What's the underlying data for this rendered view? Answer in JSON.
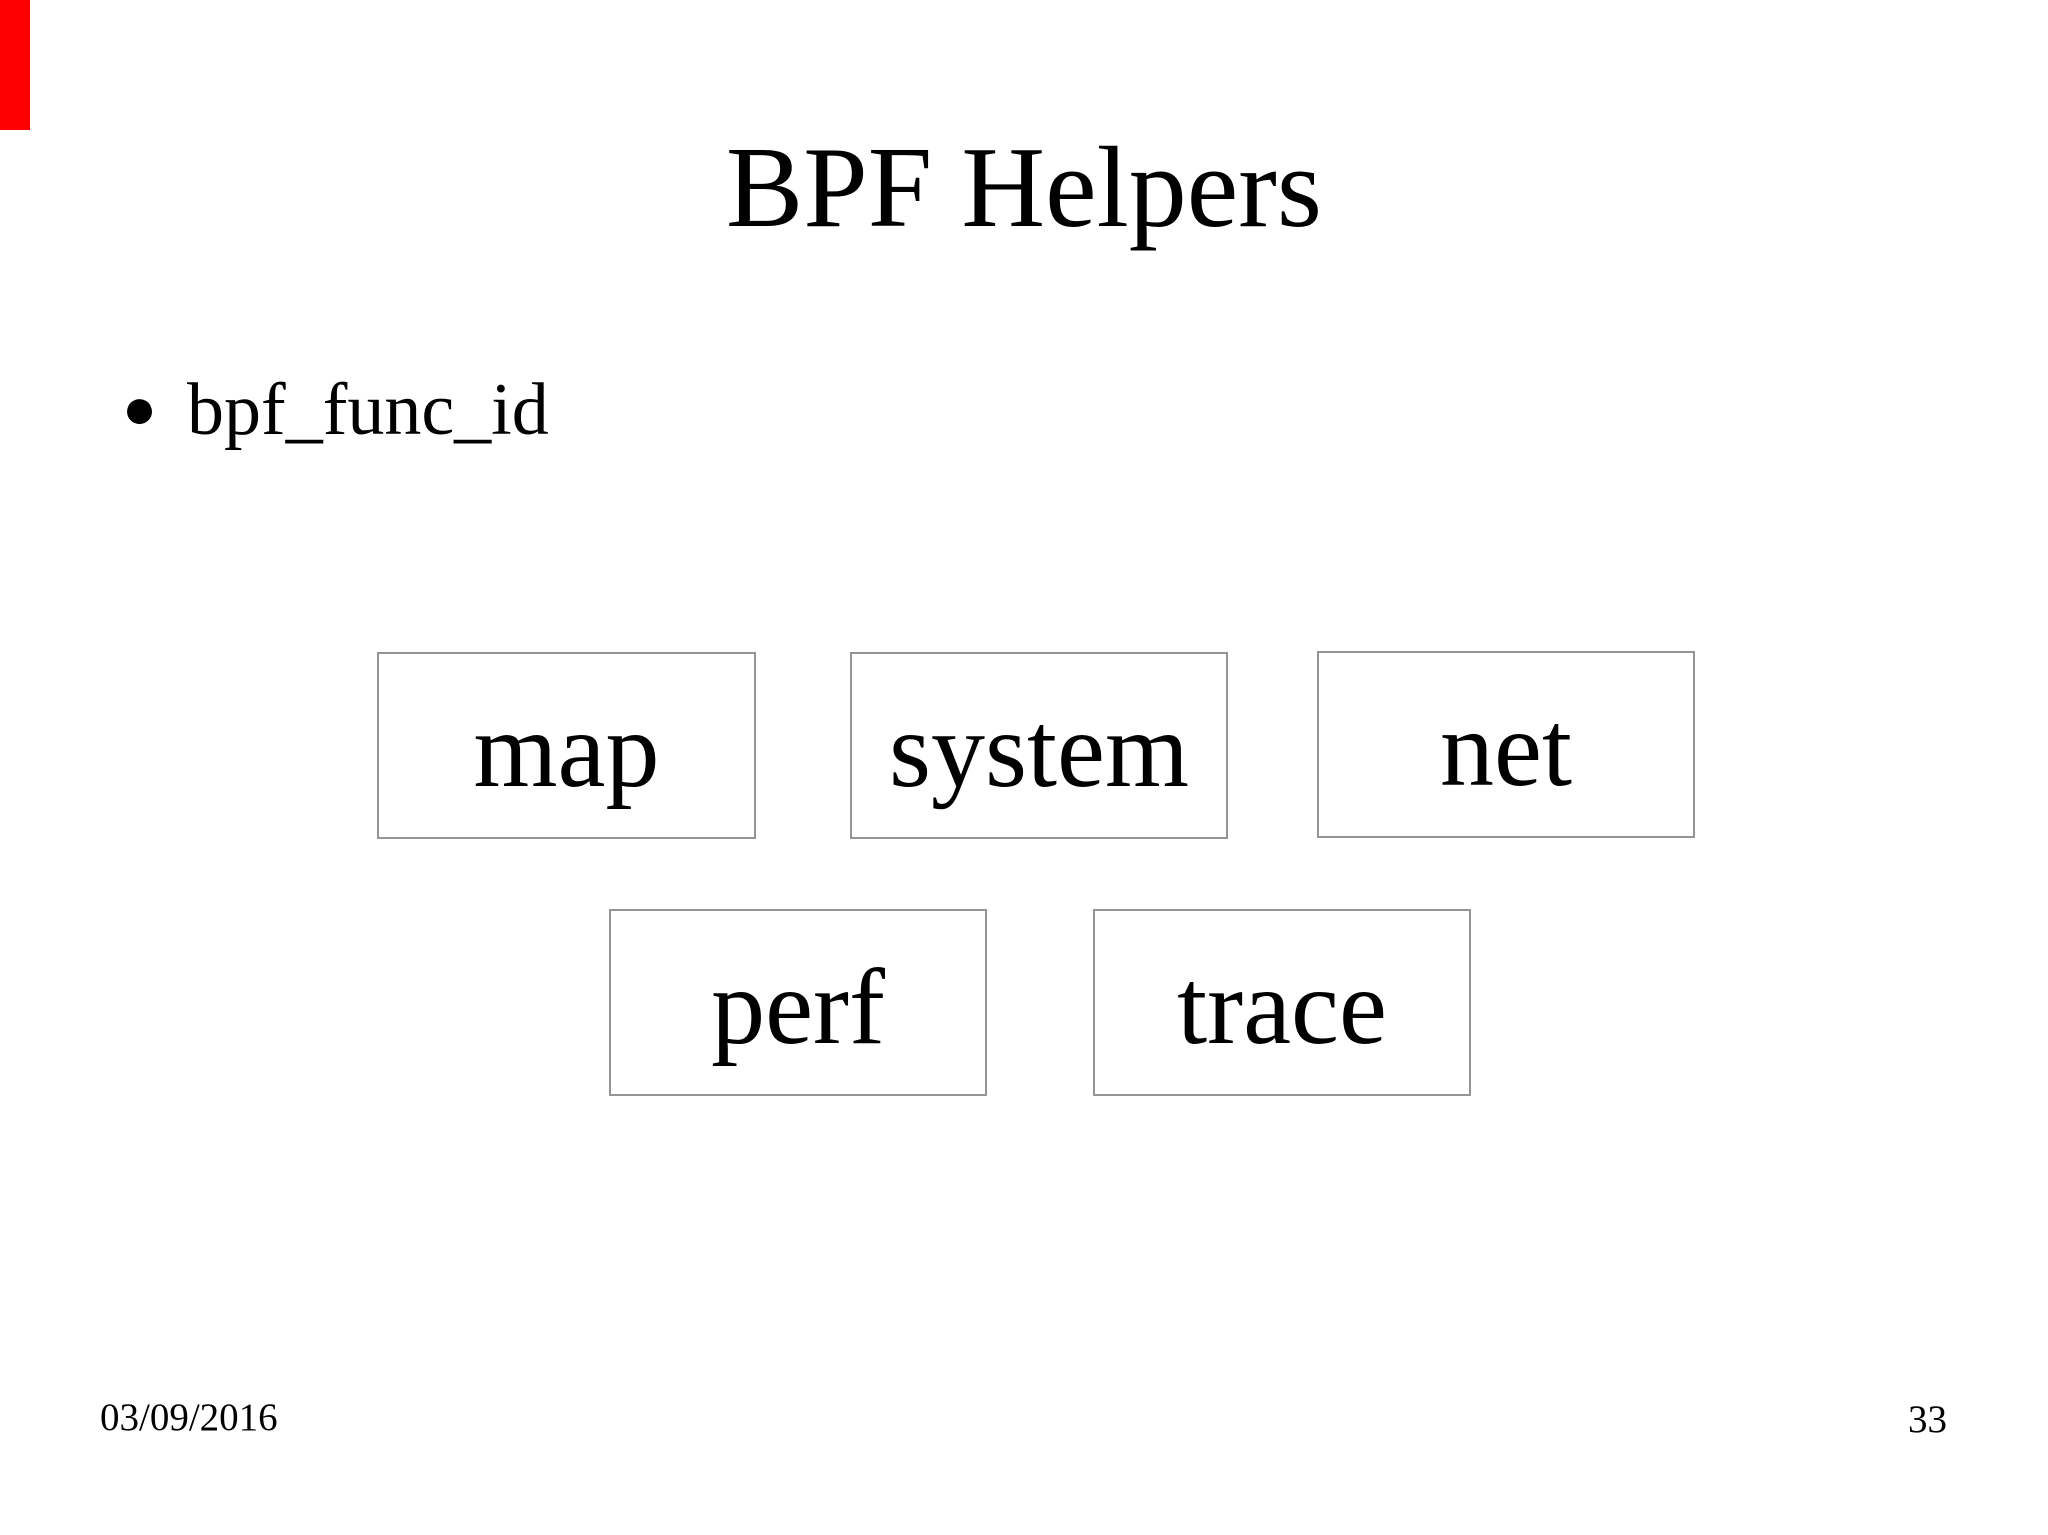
{
  "slide": {
    "title": "BPF Helpers",
    "bullet": {
      "glyph": "●",
      "text": "bpf_func_id"
    },
    "boxes": [
      {
        "label": "map"
      },
      {
        "label": "system"
      },
      {
        "label": "net"
      },
      {
        "label": "perf"
      },
      {
        "label": "trace"
      }
    ],
    "footer": {
      "date": "03/09/2016",
      "page_number": "33"
    },
    "colors": {
      "background": "#ffffff",
      "text": "#000000",
      "box_border": "#949494",
      "corner_marker": "#fe0000"
    }
  }
}
